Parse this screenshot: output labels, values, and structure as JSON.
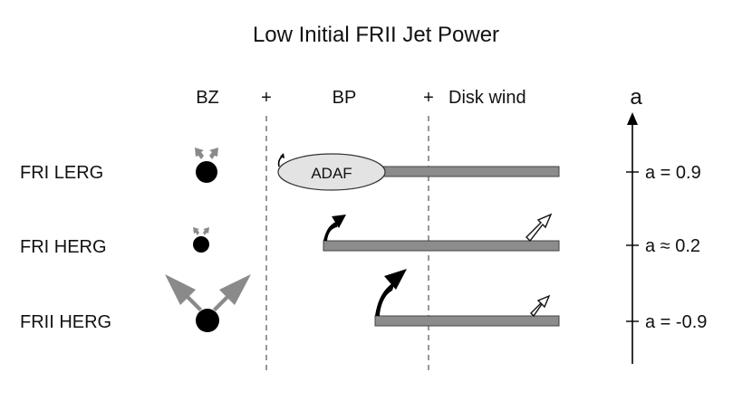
{
  "title": "Low Initial FRII Jet Power",
  "columns": {
    "bz": "BZ",
    "plus_1": "+",
    "bp": "BP",
    "plus_2": "+",
    "disk_wind": "Disk wind"
  },
  "rows": [
    {
      "label": "FRI LERG",
      "spin_label": "a = 0.9",
      "disk_label": "ADAF"
    },
    {
      "label": "FRI HERG",
      "spin_label": "a ≈ 0.2"
    },
    {
      "label": "FRII HERG",
      "spin_label": "a = -0.9"
    }
  ],
  "axis": {
    "label": "a"
  },
  "colors": {
    "disk": "#8c8c8c",
    "arrow_bz": "#8a8a8a",
    "adaf_fill": "#e3e3e3",
    "black_hole": "#000000",
    "divider": "#555555"
  },
  "icons": {
    "black_hole": "black-hole-icon",
    "bz_jet": "bz-jet-arrow-icon",
    "bp_jet": "bp-jet-arrow-icon",
    "disk_wind": "disk-wind-arrow-icon"
  }
}
